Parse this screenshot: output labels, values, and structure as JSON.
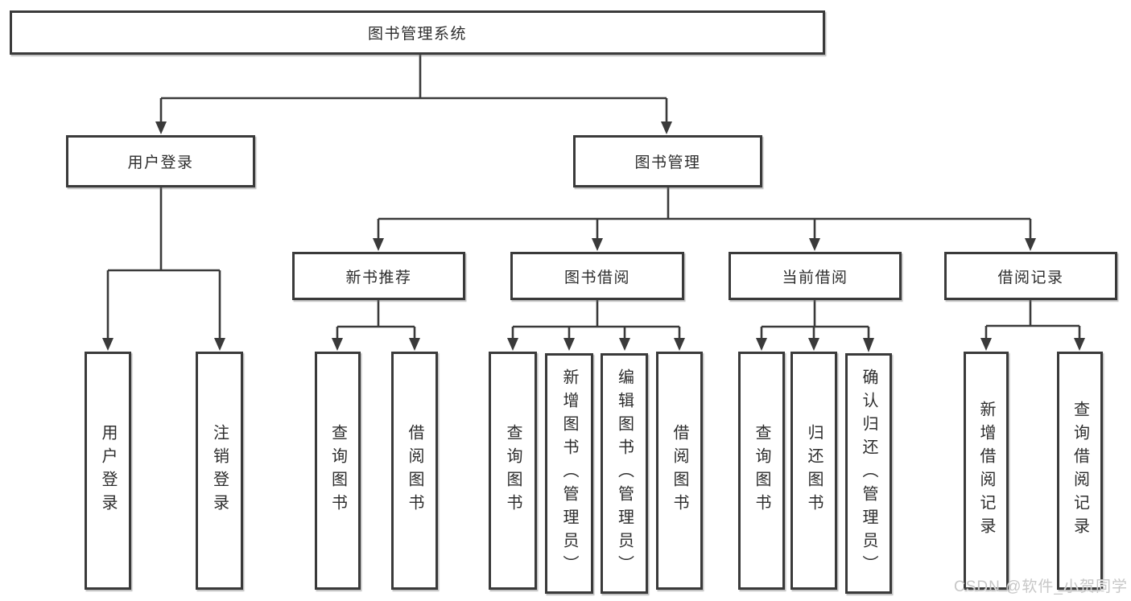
{
  "tree": {
    "label": "图书管理系统",
    "children": [
      {
        "label": "用户登录",
        "children": [
          {
            "label": "用户登录"
          },
          {
            "label": "注销登录"
          }
        ]
      },
      {
        "label": "图书管理",
        "children": [
          {
            "label": "新书推荐",
            "children": [
              {
                "label": "查询图书"
              },
              {
                "label": "借阅图书"
              }
            ]
          },
          {
            "label": "图书借阅",
            "children": [
              {
                "label": "查询图书"
              },
              {
                "label": "新增图书（管理员）"
              },
              {
                "label": "编辑图书（管理员）"
              },
              {
                "label": "借阅图书"
              }
            ]
          },
          {
            "label": "当前借阅",
            "children": [
              {
                "label": "查询图书"
              },
              {
                "label": "归还图书"
              },
              {
                "label": "确认归还（管理员）"
              }
            ]
          },
          {
            "label": "借阅记录",
            "children": [
              {
                "label": "新增借阅记录"
              },
              {
                "label": "查询借阅记录"
              }
            ]
          }
        ]
      }
    ]
  },
  "watermark": {
    "text": "CSDN @软件_小贺同学"
  },
  "colors": {
    "line": "#3a3a3a",
    "box_background": "#ffffff",
    "text": "#2d2d2d",
    "watermark": "#c7c7c7"
  }
}
